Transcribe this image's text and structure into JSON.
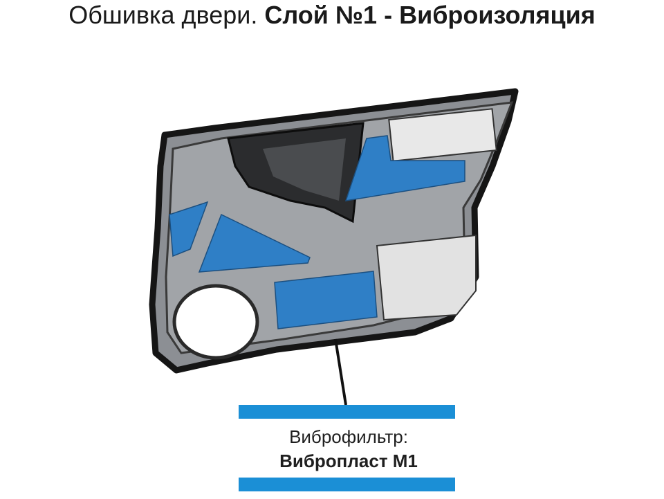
{
  "title": {
    "plain": "Обшивка двери.",
    "bold": "Слой №1 - Виброизоляция"
  },
  "legend": {
    "label": "Виброфильтр:",
    "material": "Вибропласт М1"
  },
  "colors": {
    "accent": "#1b8fd6",
    "panel_fill": "#2f7fc6",
    "door_body": "#8e9196",
    "door_outline": "#1b1b1b"
  }
}
